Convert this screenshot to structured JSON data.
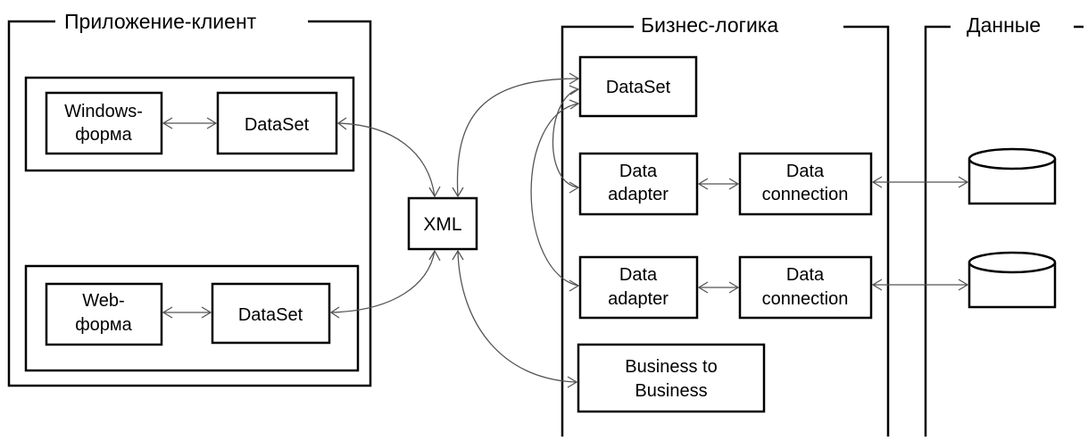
{
  "sections": {
    "client": "Приложение-клиент",
    "business": "Бизнес-логика",
    "data": "Данные"
  },
  "client": {
    "windows_form": [
      "Windows-",
      "форма"
    ],
    "windows_dataset": "DataSet",
    "web_form": [
      "Web-",
      "форма"
    ],
    "web_dataset": "DataSet"
  },
  "xml": "XML",
  "business": {
    "dataset": "DataSet",
    "adapter1": [
      "Data",
      "adapter"
    ],
    "connection1": [
      "Data",
      "connection"
    ],
    "adapter2": [
      "Data",
      "adapter"
    ],
    "connection2": [
      "Data",
      "connection"
    ],
    "b2b": [
      "Business to",
      "Business"
    ]
  },
  "colors": {
    "lines": "#000000",
    "arrows": "#555555",
    "background": "#ffffff"
  }
}
